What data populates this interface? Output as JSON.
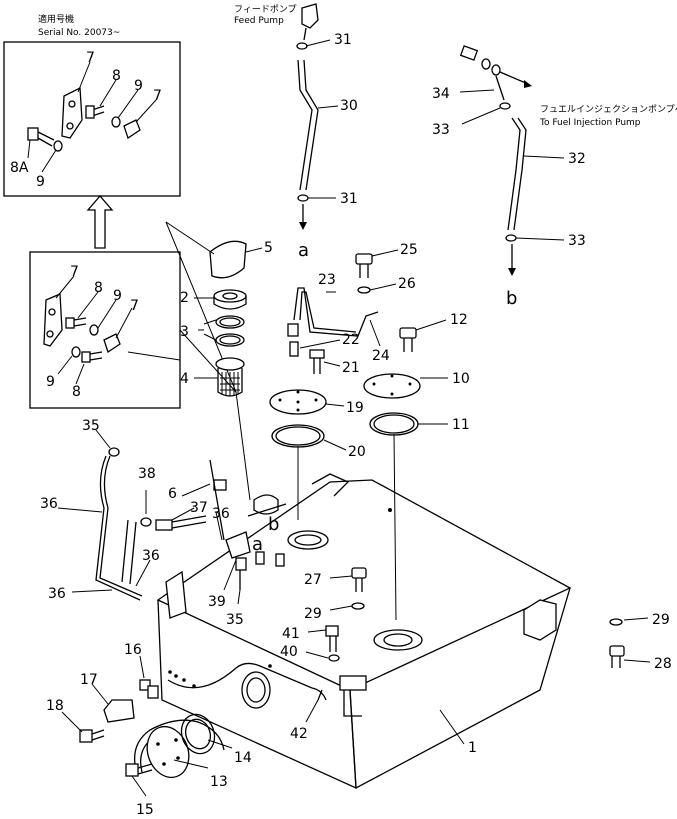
{
  "serial": {
    "applies_label": "適用号機",
    "serial_label": "Serial No. 20073~"
  },
  "notes": {
    "feed_pump_jp": "フィードポンプ",
    "feed_pump_en": "Feed Pump",
    "injection_jp": "フュエルインジェクションポンプへ",
    "injection_en": "To Fuel Injection Pump"
  },
  "connection_letters": [
    "a",
    "b"
  ],
  "part_numbers": {
    "p1": "1",
    "p2": "2",
    "p3": "3",
    "p4": "4",
    "p5": "5",
    "p6": "6",
    "p7": "7",
    "p8": "8",
    "p8a": "8A",
    "p9": "9",
    "p10": "10",
    "p11": "11",
    "p12": "12",
    "p13": "13",
    "p14": "14",
    "p15": "15",
    "p16": "16",
    "p17": "17",
    "p18": "18",
    "p19": "19",
    "p20": "20",
    "p21": "21",
    "p22": "22",
    "p23": "23",
    "p24": "24",
    "p25": "25",
    "p26": "26",
    "p27": "27",
    "p28": "28",
    "p29": "29",
    "p30": "30",
    "p31": "31",
    "p32": "32",
    "p33": "33",
    "p34": "34",
    "p35": "35",
    "p36": "36",
    "p37": "37",
    "p38": "38",
    "p39": "39",
    "p40": "40",
    "p41": "41",
    "p42": "42"
  }
}
